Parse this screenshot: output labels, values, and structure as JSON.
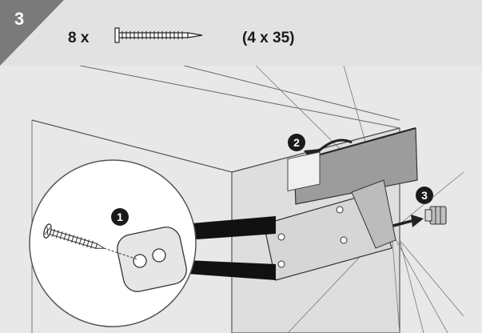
{
  "step": {
    "number": "3"
  },
  "parts": {
    "quantity": "8 x",
    "size": "(4 x 35)",
    "part_icon": "screw-icon"
  },
  "callouts": [
    "1",
    "2",
    "3"
  ],
  "colors": {
    "badge": "#7a7a7a",
    "header": "#e2e2e2",
    "wall": "#e8e8e8",
    "ink": "#1a1a1a"
  }
}
